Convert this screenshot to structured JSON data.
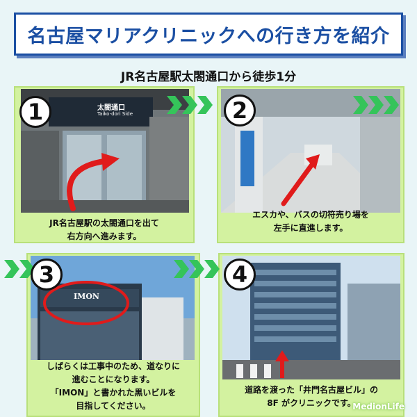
{
  "title": "名古屋マリアクリニックへの行き方を紹介",
  "subtitle": "JR名古屋駅太閤通口から徒歩1分",
  "steps": [
    {
      "number": "1",
      "caption_lines": [
        "JR名古屋駅の太閤通口を出て",
        "右方向へ進みます。"
      ],
      "sign_text": "太閤通口",
      "sign_sub": "Taiko-dori Side"
    },
    {
      "number": "2",
      "caption_lines": [
        "エスカや、バスの切符売り場を",
        "左手に直進します。"
      ]
    },
    {
      "number": "3",
      "caption_lines": [
        "しばらくは工事中のため、道なりに",
        "進むことになります。",
        "「IMON」と書かれた黒いビルを",
        "目指してください。"
      ],
      "building_text": "IMON"
    },
    {
      "number": "4",
      "caption_lines": [
        "道路を渡った「井門名古屋ビル」の",
        "8F がクリニックです。"
      ]
    }
  ],
  "watermark": "MedionLife",
  "colors": {
    "accent": "#1b4fa3",
    "panel": "#d3f2a0",
    "arrow_green": "#35c45a",
    "arrow_red": "#e01b1b"
  }
}
